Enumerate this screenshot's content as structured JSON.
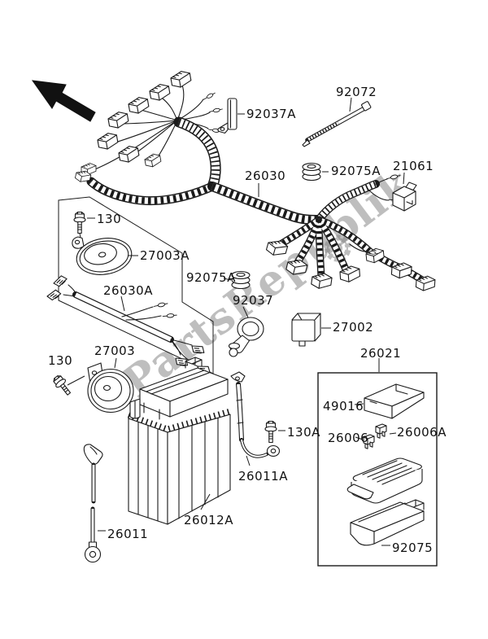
{
  "page": {
    "background": "#ffffff",
    "line_color": "#1a1a1a",
    "label_color": "#111111"
  },
  "watermark": {
    "text": "PartsRepublik",
    "color": "rgba(125,125,125,0.50)",
    "icon": "gear-icon"
  },
  "callouts": [
    {
      "part": "92037A"
    },
    {
      "part": "92072"
    },
    {
      "part": "92075A"
    },
    {
      "part": "21061"
    },
    {
      "part": "26030"
    },
    {
      "part": "130"
    },
    {
      "part": "27003A"
    },
    {
      "part": "92075A"
    },
    {
      "part": "26030A"
    },
    {
      "part": "92037"
    },
    {
      "part": "27002"
    },
    {
      "part": "27003"
    },
    {
      "part": "130"
    },
    {
      "part": "26021"
    },
    {
      "part": "49016"
    },
    {
      "part": "26006"
    },
    {
      "part": "26006A"
    },
    {
      "part": "130A"
    },
    {
      "part": "26011A"
    },
    {
      "part": "26012A"
    },
    {
      "part": "26011"
    },
    {
      "part": "92075"
    }
  ]
}
